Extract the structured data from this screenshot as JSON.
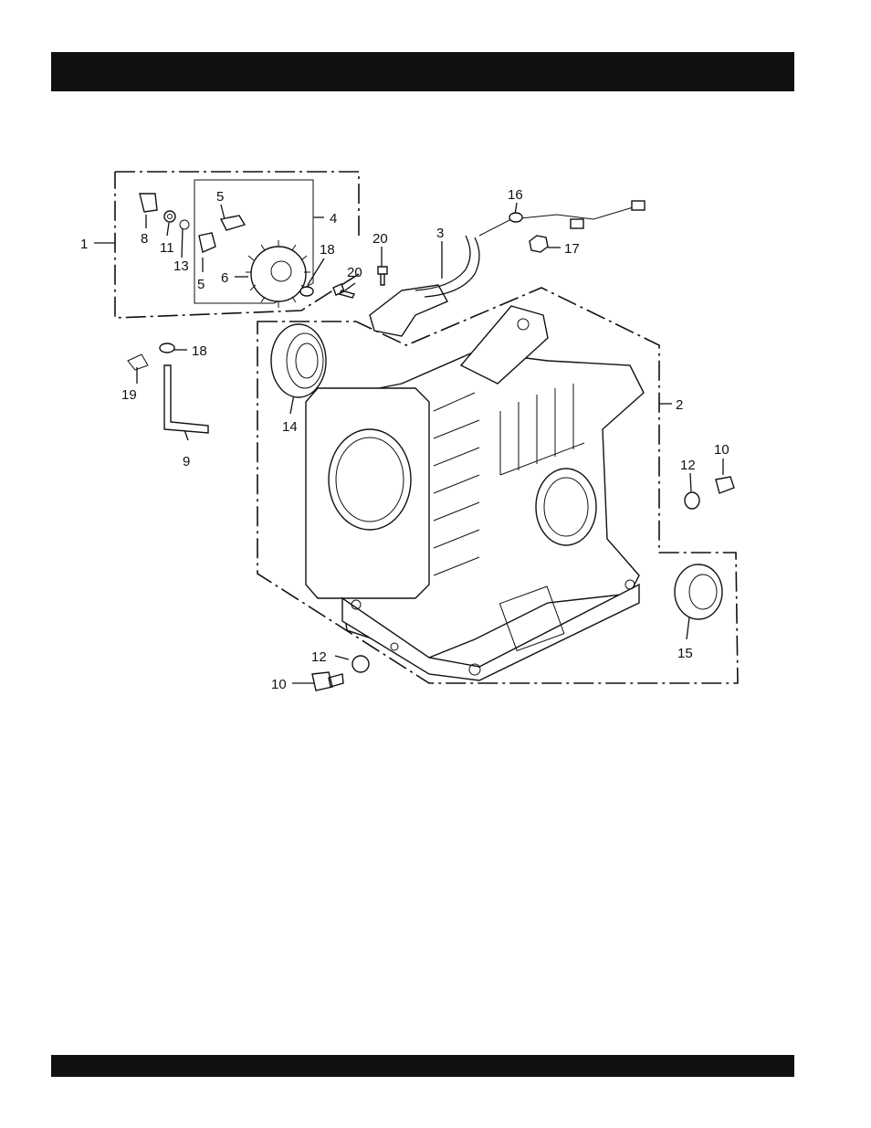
{
  "callouts": [
    {
      "id": "c1",
      "label": "1"
    },
    {
      "id": "c2",
      "label": "2"
    },
    {
      "id": "c3",
      "label": "3"
    },
    {
      "id": "c4",
      "label": "4"
    },
    {
      "id": "c5a",
      "label": "5"
    },
    {
      "id": "c5b",
      "label": "5"
    },
    {
      "id": "c6",
      "label": "6"
    },
    {
      "id": "c8",
      "label": "8"
    },
    {
      "id": "c9",
      "label": "9"
    },
    {
      "id": "c10a",
      "label": "10"
    },
    {
      "id": "c10b",
      "label": "10"
    },
    {
      "id": "c11",
      "label": "11"
    },
    {
      "id": "c12a",
      "label": "12"
    },
    {
      "id": "c12b",
      "label": "12"
    },
    {
      "id": "c13",
      "label": "13"
    },
    {
      "id": "c14",
      "label": "14"
    },
    {
      "id": "c15",
      "label": "15"
    },
    {
      "id": "c16",
      "label": "16"
    },
    {
      "id": "c17",
      "label": "17"
    },
    {
      "id": "c18a",
      "label": "18"
    },
    {
      "id": "c18b",
      "label": "18"
    },
    {
      "id": "c19",
      "label": "19"
    },
    {
      "id": "c20a",
      "label": "20"
    },
    {
      "id": "c20b",
      "label": "20"
    }
  ]
}
